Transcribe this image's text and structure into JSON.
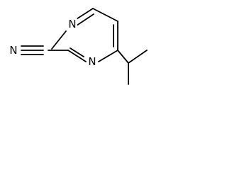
{
  "molecule": {
    "name": "4-isopropylpyrimidine-2-carbonitrile",
    "atoms": [
      {
        "id": "nitrile-nitrogen",
        "element": "N",
        "label": "N"
      },
      {
        "id": "ring-nitrogen-top",
        "element": "N",
        "label": "N"
      },
      {
        "id": "ring-nitrogen-bottom",
        "element": "N",
        "label": "N"
      }
    ],
    "colors": {
      "bond": "#000000",
      "label": "#000000",
      "background": "#ffffff"
    }
  }
}
